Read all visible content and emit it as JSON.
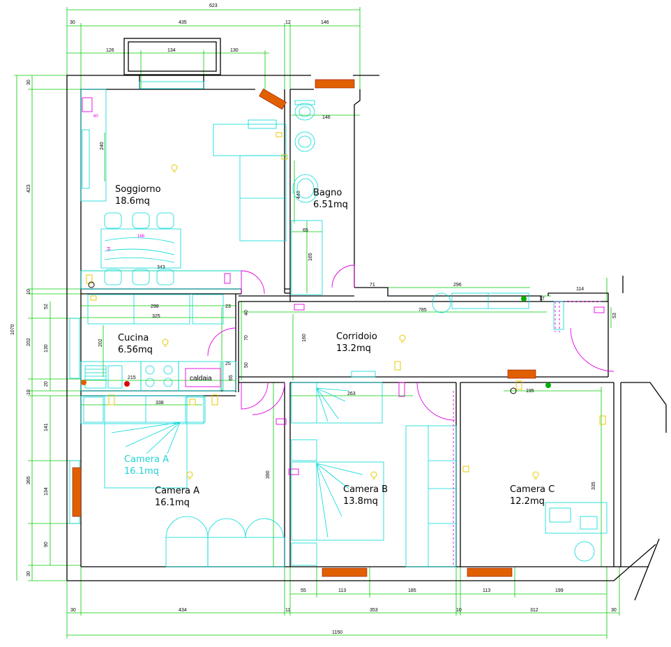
{
  "rooms": {
    "soggiorno": {
      "name": "Soggiorno",
      "area": "18.6mq"
    },
    "bagno": {
      "name": "Bagno",
      "area": "6.51mq"
    },
    "cucina": {
      "name": "Cucina",
      "area": "6.56mq"
    },
    "corridoio": {
      "name": "Corridoio",
      "area": "13.2mq"
    },
    "camera_a": {
      "name": "Camera A",
      "area": "16.1mq"
    },
    "camera_a_furniture": {
      "name": "Camera A",
      "area": "16.1mq"
    },
    "camera_b": {
      "name": "Camera B",
      "area": "13.8mq"
    },
    "camera_c": {
      "name": "Camera C",
      "area": "12.2mq"
    }
  },
  "labels": {
    "caldaia": "caldaia"
  },
  "dims": {
    "top_total": "623",
    "top_30": "30",
    "top_435": "435",
    "top_12": "12",
    "top_146": "146",
    "top_126": "126",
    "top_134": "134",
    "top_130": "130",
    "left_total": "1070",
    "left_30a": "30",
    "left_423": "423",
    "left_10a": "10",
    "left_52": "52",
    "left_202": "202",
    "left_130": "130",
    "left_20": "20",
    "left_10b": "10",
    "left_141": "141",
    "left_365": "365",
    "left_134": "134",
    "left_90": "90",
    "left_30b": "30",
    "bot_30a": "30",
    "bot_434": "434",
    "bot_11": "11",
    "bot_353": "353",
    "bot_10": "10",
    "bot_312": "312",
    "bot_30b": "30",
    "bot_total": "1150",
    "bot_55": "55",
    "bot_113a": "113",
    "bot_185": "185",
    "bot_113b": "113",
    "bot_199": "199",
    "in_146": "146",
    "in_440": "440",
    "in_65": "65",
    "in_165": "165",
    "in_240": "240",
    "in_60": "60",
    "in_168": "168",
    "in_84": "84",
    "in_343": "343",
    "in_298": "298",
    "in_325": "325",
    "in_23": "23",
    "in_202": "202",
    "in_25": "25",
    "in_65b": "65",
    "in_215": "215",
    "in_338": "338",
    "in_40": "40",
    "in_70": "70",
    "in_50": "50",
    "in_160": "160",
    "in_785": "785",
    "in_71": "71",
    "in_296": "296",
    "in_17": "17",
    "in_114": "114",
    "in_53": "53",
    "in_263": "263",
    "in_390": "390",
    "in_195": "195",
    "in_335": "335"
  }
}
